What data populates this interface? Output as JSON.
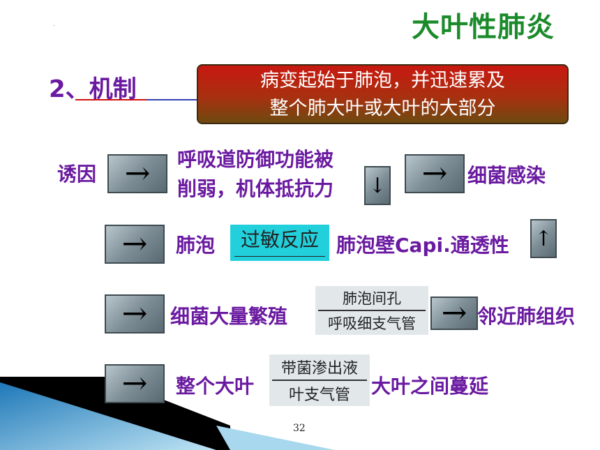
{
  "slide_title": "大叶性肺炎",
  "dot": ".",
  "section_heading": "2、机制",
  "callout": {
    "line1": "病变起始于肺泡，并迅速累及",
    "line2": "整个肺大叶或大叶的大部分"
  },
  "arrow_right": "→",
  "arrow_down": "↓",
  "arrow_up": "↑",
  "row1": {
    "cause": "诱因",
    "defense_line1": "呼吸道防御功能被",
    "defense_line2": "削弱，机体抵抗力",
    "result": "细菌感染"
  },
  "row2": {
    "alveoli": "肺泡",
    "reaction": "过敏反应",
    "permeability": "肺泡壁Capi.通透性"
  },
  "row3": {
    "bacteria": "细菌大量繁殖",
    "frac_num": "肺泡间孔",
    "frac_den": "呼吸细支气管",
    "result": "邻近肺组织"
  },
  "row4": {
    "lobe": "整个大叶",
    "frac_num": "带菌渗出液",
    "frac_den": "叶支气管",
    "result": "大叶之间蔓延"
  },
  "page_number": "32",
  "colors": {
    "title_green": "#1a8a2a",
    "purple_text": "#6a1aa0",
    "callout_red": "#c81810",
    "cyan_box": "#22d0dc",
    "corner_blue": "#2a8fc8"
  }
}
